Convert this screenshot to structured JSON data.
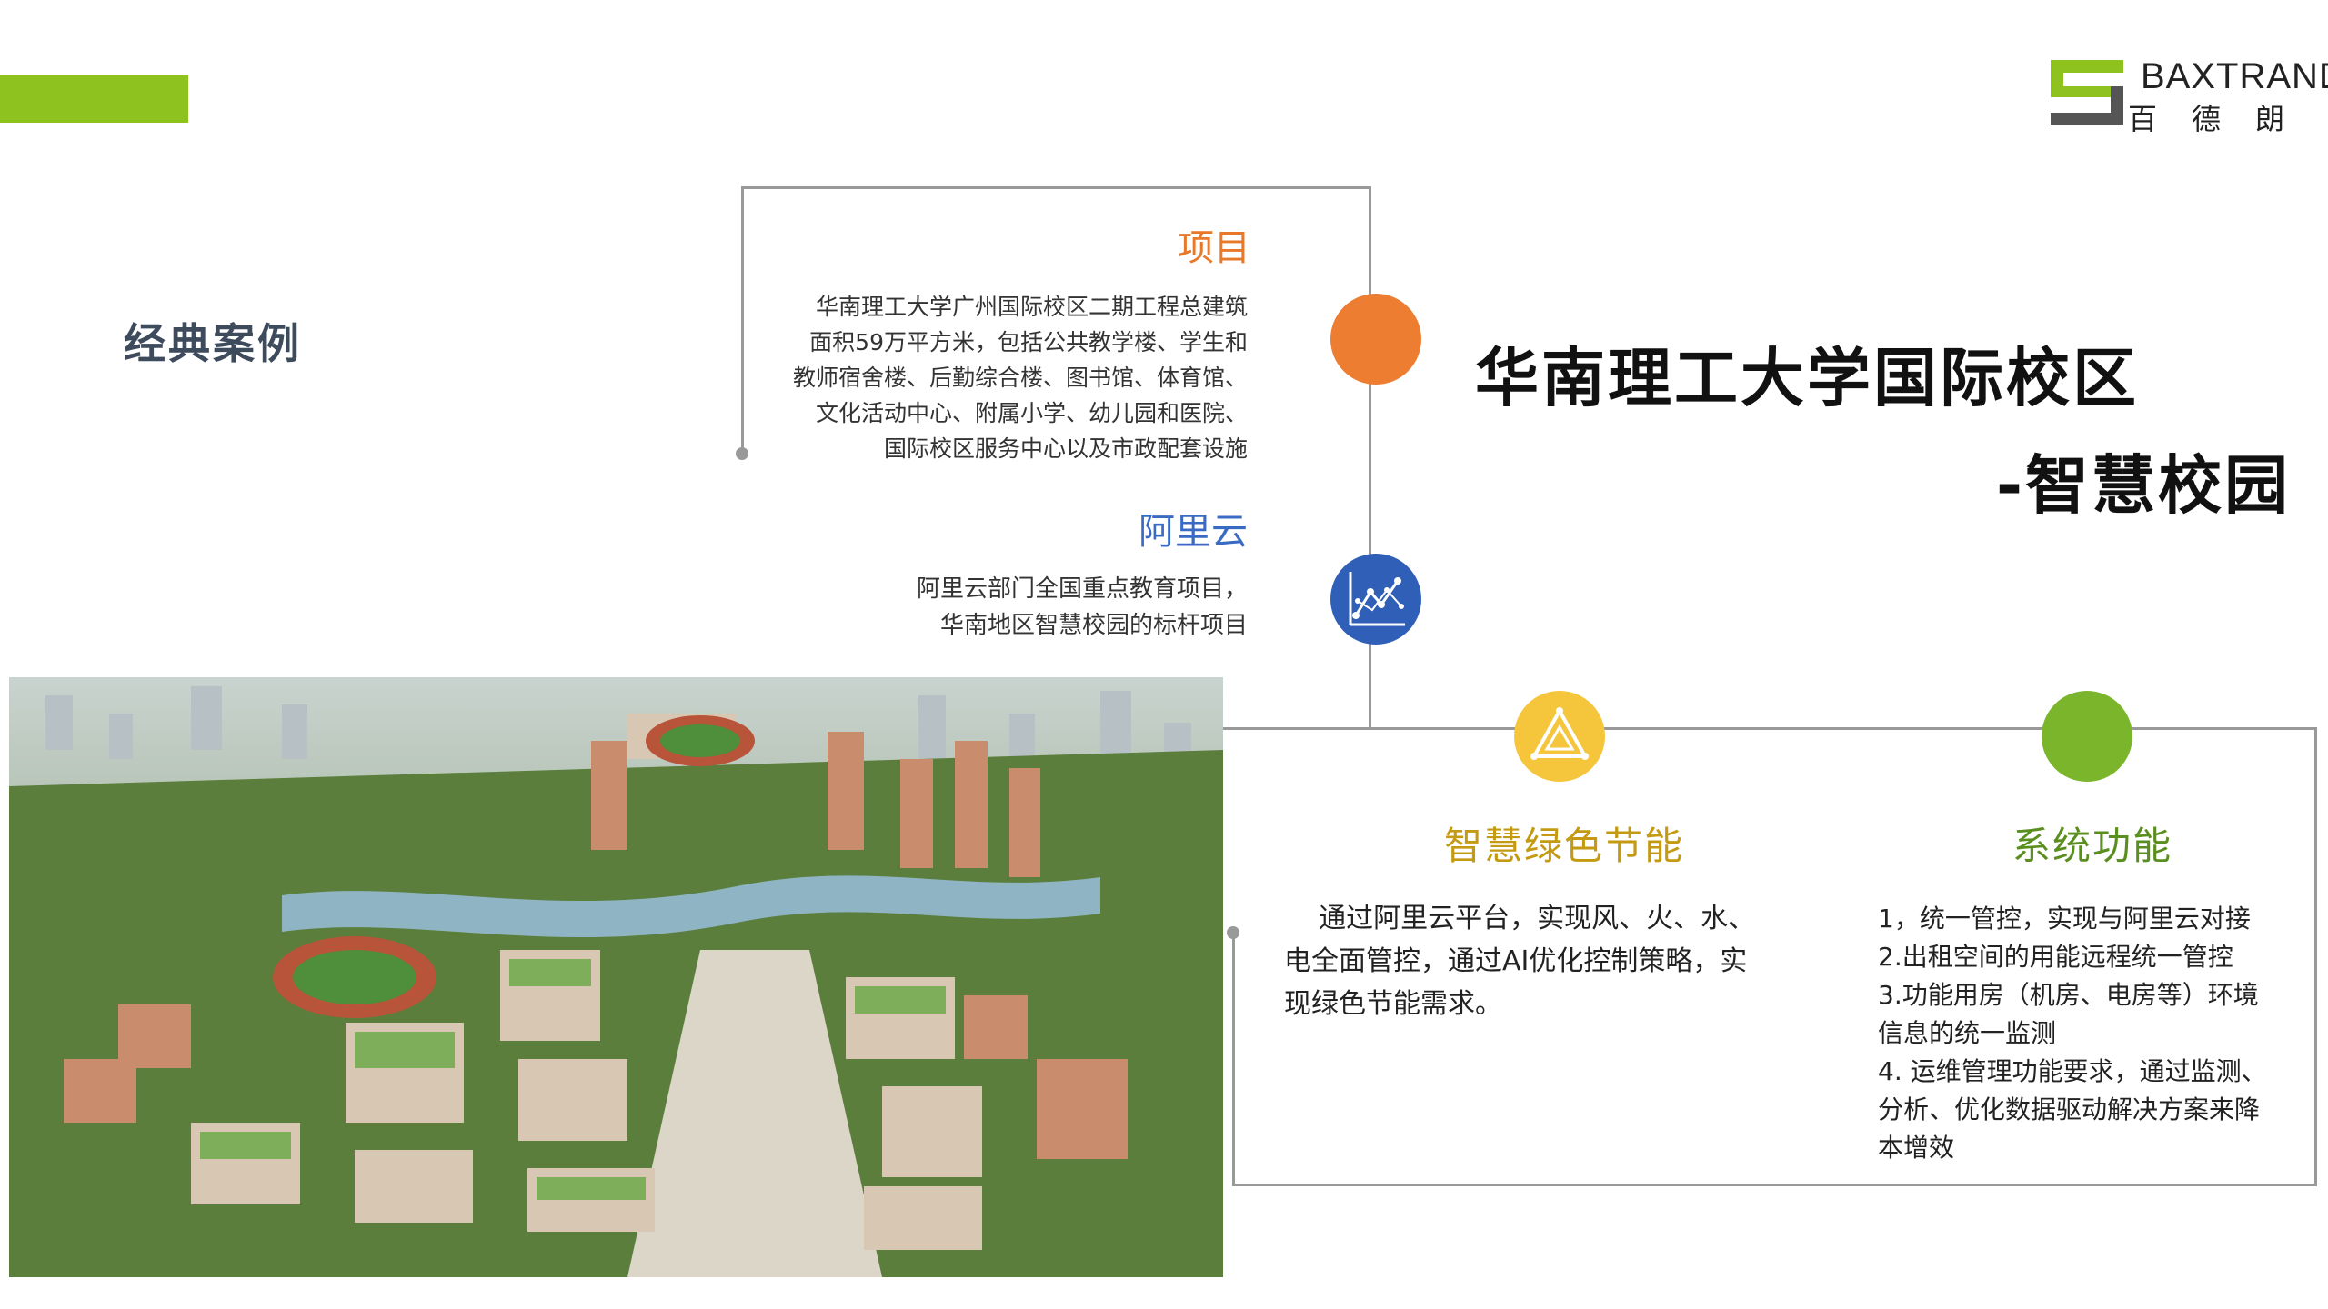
{
  "header": {
    "section_title": "经典案例"
  },
  "logo": {
    "en": "BAXTRAND",
    "cn": "百德朗"
  },
  "title": {
    "line1": "华南理工大学国际校区",
    "line2": "-智慧校园"
  },
  "project": {
    "heading": "项目",
    "lines": [
      "华南理工大学广州国际校区二期工程总建筑",
      "面积59万平方米，包括公共教学楼、学生和",
      "教师宿舍楼、后勤综合楼、图书馆、体育馆、",
      "文化活动中心、附属小学、幼儿园和医院、",
      "国际校区服务中心以及市政配套设施"
    ]
  },
  "aliyun": {
    "heading": "阿里云",
    "lines": [
      "阿里云部门全国重点教育项目，",
      "华南地区智慧校园的标杆项目"
    ]
  },
  "energy": {
    "heading": "智慧绿色节能",
    "lines": [
      "    通过阿里云平台，实现风、火、水、",
      "电全面管控，通过AI优化控制策略，实",
      "现绿色节能需求。"
    ]
  },
  "system": {
    "heading": "系统功能",
    "items": [
      "1，统一管控，实现与阿里云对接",
      "2.出租空间的用能远程统一管控",
      "3.功能用房（机房、电房等）环境",
      "信息的统一监测",
      "4. 运维管理功能要求，通过监测、",
      "分析、优化数据驱动解决方案来降",
      "本增效"
    ]
  },
  "colors": {
    "accent_green": "#8dc21f",
    "orange": "#ed7d31",
    "blue": "#2f5fb7",
    "yellow": "#f5c53c",
    "green": "#7ab52b"
  },
  "icons": {
    "orange_circle": "plain-circle",
    "blue_circle": "scatter-chart-icon",
    "yellow_circle": "triangle-recycle-icon",
    "green_circle": "plain-circle"
  }
}
